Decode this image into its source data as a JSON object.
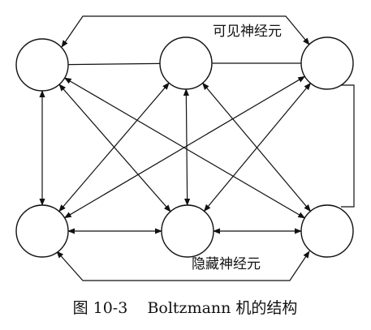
{
  "diagram": {
    "nodes": [
      {
        "id": "v1",
        "layer": "visible"
      },
      {
        "id": "v2",
        "layer": "visible"
      },
      {
        "id": "v3",
        "layer": "visible"
      },
      {
        "id": "h1",
        "layer": "hidden"
      },
      {
        "id": "h2",
        "layer": "hidden"
      },
      {
        "id": "h3",
        "layer": "hidden"
      }
    ],
    "edges": [
      {
        "from": "v1",
        "to": "v2",
        "arrows": "none"
      },
      {
        "from": "v2",
        "to": "v3",
        "arrows": "none"
      },
      {
        "from": "v1",
        "to": "v3",
        "arrows": "both",
        "route": "over-top"
      },
      {
        "from": "h1",
        "to": "h3",
        "arrows": "both",
        "route": "under-bottom"
      },
      {
        "from": "h1",
        "to": "h2",
        "arrows": "both"
      },
      {
        "from": "h2",
        "to": "h3",
        "arrows": "both"
      },
      {
        "from": "v1",
        "to": "h1",
        "arrows": "both"
      },
      {
        "from": "v1",
        "to": "h2",
        "arrows": "both"
      },
      {
        "from": "v1",
        "to": "h3",
        "arrows": "both"
      },
      {
        "from": "v2",
        "to": "h1",
        "arrows": "both"
      },
      {
        "from": "v2",
        "to": "h2",
        "arrows": "both"
      },
      {
        "from": "v2",
        "to": "h3",
        "arrows": "both"
      },
      {
        "from": "v3",
        "to": "h1",
        "arrows": "both"
      },
      {
        "from": "v3",
        "to": "h2",
        "arrows": "both"
      },
      {
        "from": "v3",
        "to": "h3",
        "arrows": "none",
        "route": "right-side"
      }
    ],
    "visible_label": "可见神经元",
    "hidden_label": "隐藏神经元"
  },
  "caption": "图 10-3    Boltzmann 机的结构"
}
